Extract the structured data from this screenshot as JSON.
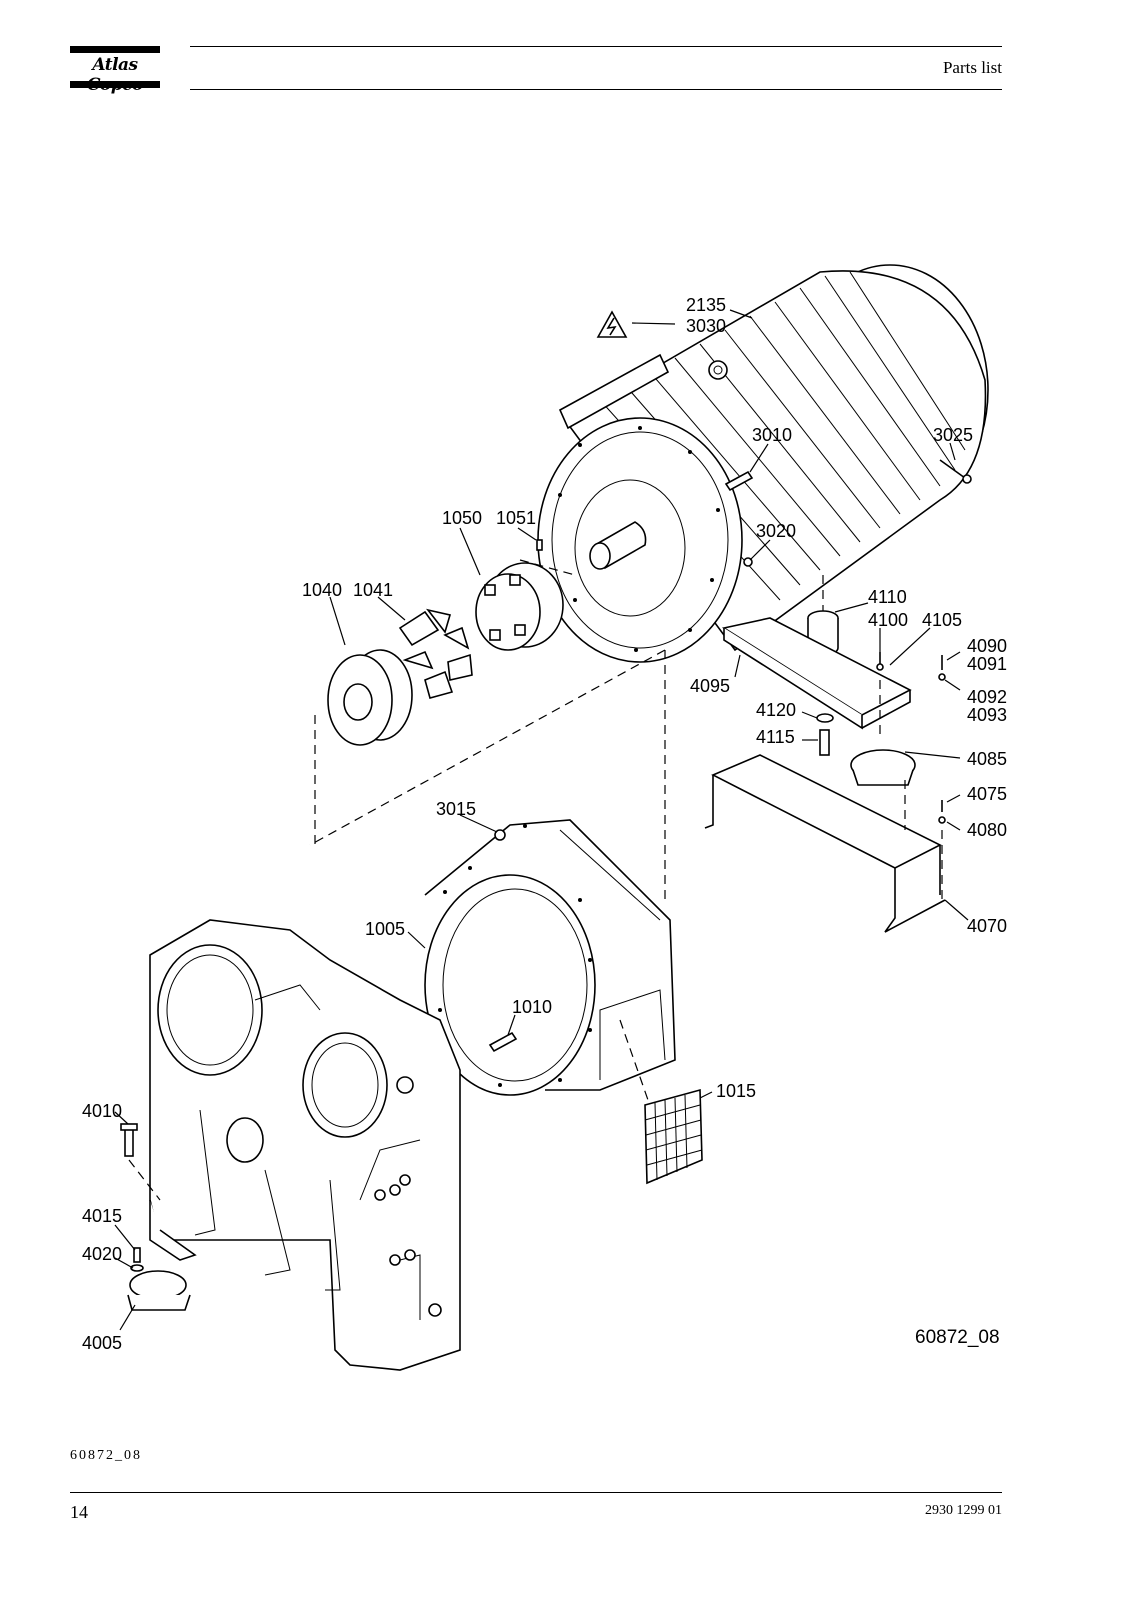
{
  "header": {
    "brand": "Atlas Copco",
    "section_title": "Parts list"
  },
  "figure": {
    "code": "60872_08",
    "callouts": {
      "c2135": "2135",
      "c3030": "3030",
      "c3010": "3010",
      "c3025": "3025",
      "c3020": "3020",
      "c1050": "1050",
      "c1051": "1051",
      "c1040": "1040",
      "c1041": "1041",
      "c4110": "4110",
      "c4100": "4100",
      "c4105": "4105",
      "c4090": "4090",
      "c4091": "4091",
      "c4095": "4095",
      "c4092": "4092",
      "c4093": "4093",
      "c4120": "4120",
      "c4115": "4115",
      "c4085": "4085",
      "c4075": "4075",
      "c4080": "4080",
      "c3015": "3015",
      "c4070": "4070",
      "c1005": "1005",
      "c1010": "1010",
      "c1015": "1015",
      "c4010": "4010",
      "c4015": "4015",
      "c4020": "4020",
      "c4005": "4005"
    }
  },
  "footer": {
    "figure_code": "60872_08",
    "page_number": "14",
    "document_number": "2930 1299 01"
  }
}
